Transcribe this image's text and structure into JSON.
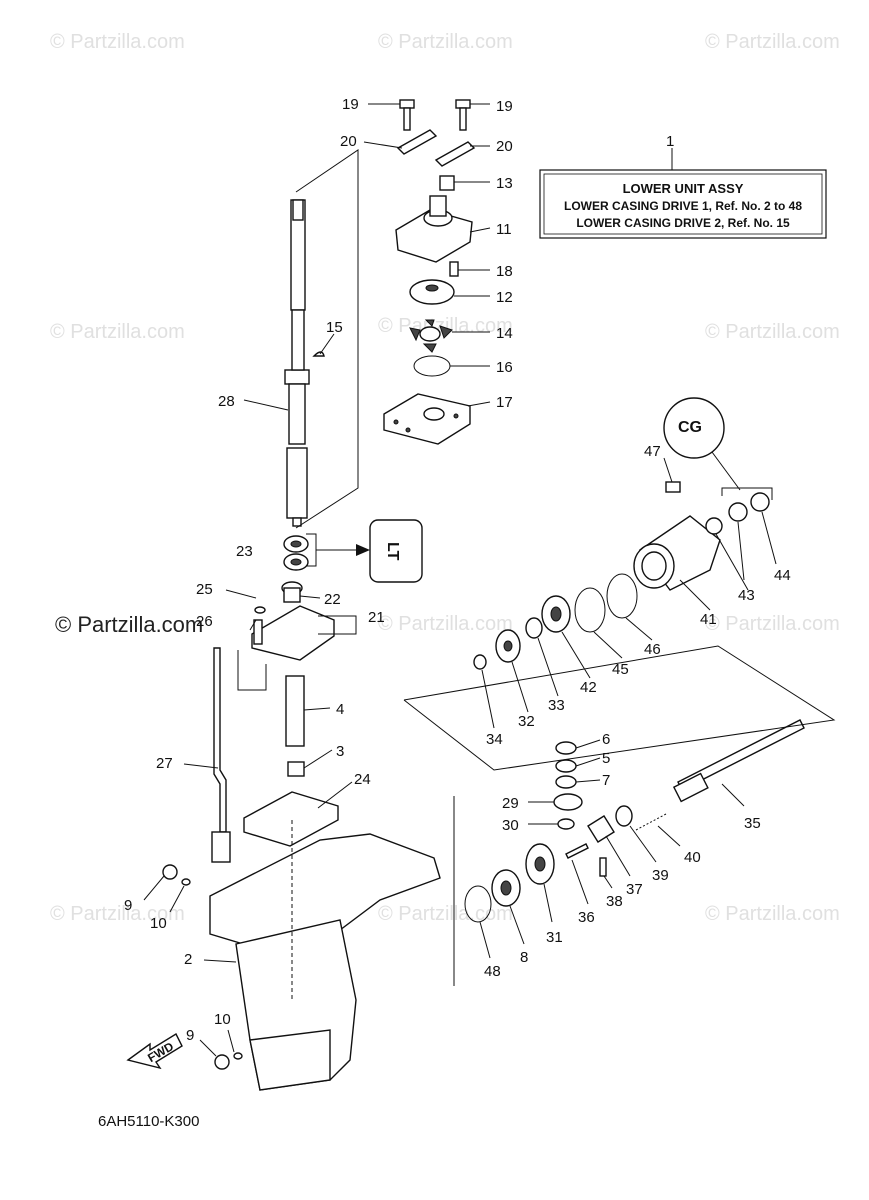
{
  "watermark": {
    "text": "© Partzilla.com",
    "prominent_text": "© Partzilla.com"
  },
  "info_box": {
    "number": "1",
    "title": "LOWER UNIT ASSY",
    "line1": "LOWER CASING DRIVE 1,  Ref. No. 2 to 48",
    "line2": "LOWER CASING DRIVE 2,  Ref. No. 15"
  },
  "callouts": [
    "19",
    "19",
    "20",
    "20",
    "13",
    "11",
    "18",
    "12",
    "14",
    "16",
    "17",
    "15",
    "28",
    "47",
    "44",
    "43",
    "41",
    "46",
    "45",
    "42",
    "33",
    "32",
    "34",
    "23",
    "25",
    "26",
    "22",
    "21",
    "4",
    "3",
    "24",
    "27",
    "6",
    "5",
    "7",
    "29",
    "30",
    "35",
    "40",
    "39",
    "37",
    "38",
    "36",
    "31",
    "8",
    "48",
    "9",
    "10",
    "2",
    "10",
    "9"
  ],
  "sealant_labels": {
    "cg": "CG",
    "lt": "LT"
  },
  "fwd_label": "FWD",
  "diagram_code": "6AH5110-K300",
  "colors": {
    "line": "#111111",
    "background": "#ffffff",
    "watermark": "#e0e0e0"
  }
}
